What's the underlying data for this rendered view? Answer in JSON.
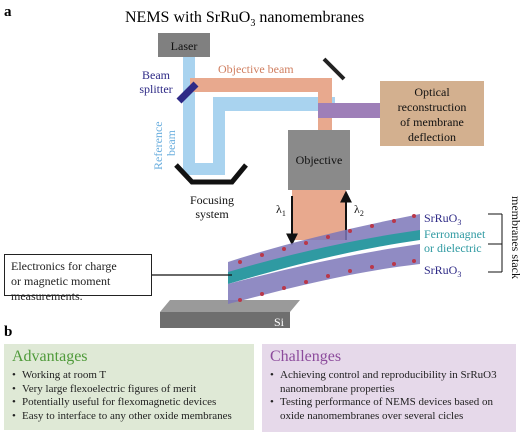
{
  "panel_a": "a",
  "panel_b": "b",
  "title": "NEMS with SrRuO",
  "title_sub": "3",
  "title_tail": " nanomembranes",
  "laser": "Laser",
  "beam_splitter": [
    "Beam",
    "splitter"
  ],
  "objective_beam": "Objective beam",
  "reference_beam": [
    "Reference",
    "beam"
  ],
  "optical": [
    "Optical",
    "reconstruction",
    "of membrane",
    "deflection"
  ],
  "objective": "Objective",
  "focusing": [
    "Focusing",
    "system"
  ],
  "lambda1": "λ",
  "lambda1_sub": "1",
  "lambda2": "λ",
  "lambda2_sub": "2",
  "srruo_top": "SrRuO",
  "srruo_top_sub": "3",
  "ferro": [
    "Ferromagnet",
    "or dielectric"
  ],
  "srruo_bottom": "SrRuO",
  "srruo_bottom_sub": "3",
  "membranes_stack": "membranes stack",
  "electronics": [
    "Electronics for charge",
    "or magnetic moment",
    "measurements."
  ],
  "si": "Si",
  "advantages": {
    "title": "Advantages",
    "items": [
      "Working at room T",
      "Very large flexoelectric figures of merit",
      "Potentially useful for flexomagnetic devices",
      "Easy to interface to any other oxide membranes"
    ]
  },
  "challenges": {
    "title": "Challenges",
    "items": [
      "Achieving control and reproducibility in SrRuO3 nanomembrane properties",
      "Testing performance of NEMS devices based on oxide nanomembranes over several cicles"
    ]
  },
  "colors": {
    "objective_beam": "#e8a98e",
    "reference_beam": "#a9d3ef",
    "beam_overlap": "#9e7fb8",
    "laser_box": "#808080",
    "objective_box": "#8a8a8a",
    "optical_box": "#d3b08f",
    "splitter": "#2e2a86",
    "ferromagnet": "#2f9aa2",
    "srruo_layer": "#7c77b8",
    "advantages_bg": "#dfe9d6",
    "challenges_bg": "#e6d9ea"
  }
}
